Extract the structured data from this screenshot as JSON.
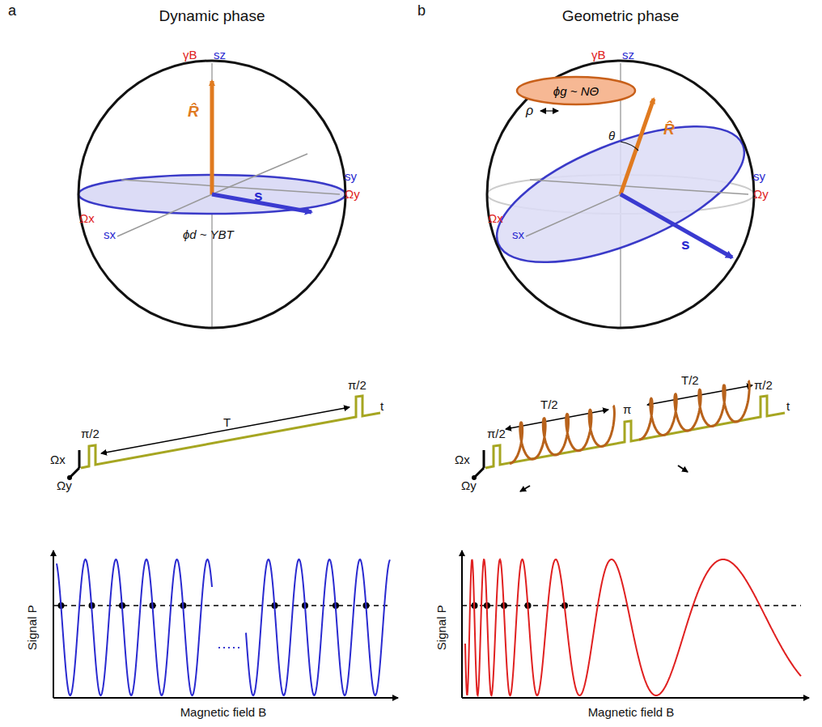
{
  "diagram": {
    "nodes": [
      {
        "text": [
          "ϕg ~ NΘ"
        ]
      }
    ],
    "labels": [
      "a",
      "Dynamic phase",
      "b",
      "Geometric phase",
      "γB",
      "sz",
      "R̂",
      "Ωx",
      "sx",
      "sy",
      "Ωy",
      "s",
      "ϕd ~ YBT",
      "γB",
      "sz",
      "ρ",
      "R̂",
      "θ",
      "Ωx",
      "sx",
      "sy",
      "Ωy",
      "s",
      "π/2",
      "T",
      "π/2",
      "t",
      "Ωx",
      "Ωy",
      "π/2",
      "T/2",
      "π",
      "T/2",
      "π/2",
      "t",
      "Ωx",
      "Ωy",
      "Signal P",
      "Magnetic field B",
      "Signal P",
      "Magnetic field B"
    ]
  }
}
